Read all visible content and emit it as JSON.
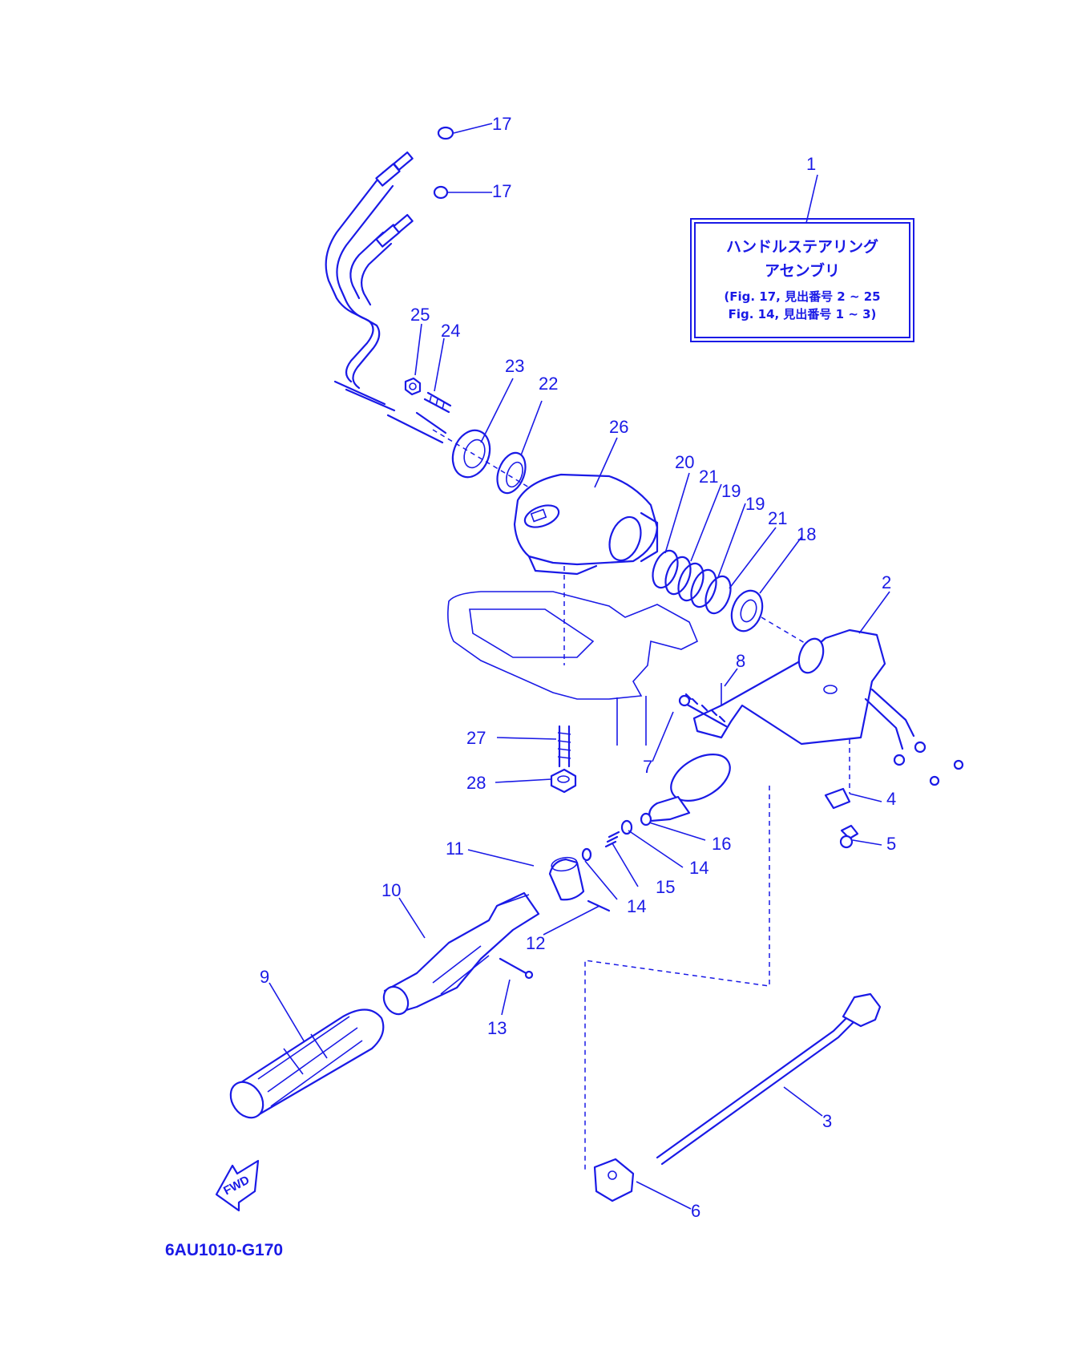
{
  "figure_code": "6AU1010-G170",
  "fwd_label": "FWD",
  "note": {
    "title_line1": "ハンドルステアリング",
    "title_line2": "アセンブリ",
    "ref_line1": "(Fig. 17, 見出番号 2 ~ 25",
    "ref_line2": "Fig. 14, 見出番号 1 ~ 3)"
  },
  "callouts": [
    {
      "id": "c1",
      "label": "1"
    },
    {
      "id": "c2",
      "label": "2"
    },
    {
      "id": "c3",
      "label": "3"
    },
    {
      "id": "c4",
      "label": "4"
    },
    {
      "id": "c5",
      "label": "5"
    },
    {
      "id": "c6",
      "label": "6"
    },
    {
      "id": "c7",
      "label": "7"
    },
    {
      "id": "c8",
      "label": "8"
    },
    {
      "id": "c9",
      "label": "9"
    },
    {
      "id": "c10",
      "label": "10"
    },
    {
      "id": "c11",
      "label": "11"
    },
    {
      "id": "c12",
      "label": "12"
    },
    {
      "id": "c13",
      "label": "13"
    },
    {
      "id": "c14a",
      "label": "14"
    },
    {
      "id": "c14b",
      "label": "14"
    },
    {
      "id": "c15",
      "label": "15"
    },
    {
      "id": "c16",
      "label": "16"
    },
    {
      "id": "c17a",
      "label": "17"
    },
    {
      "id": "c17b",
      "label": "17"
    },
    {
      "id": "c18",
      "label": "18"
    },
    {
      "id": "c19a",
      "label": "19"
    },
    {
      "id": "c19b",
      "label": "19"
    },
    {
      "id": "c20",
      "label": "20"
    },
    {
      "id": "c21a",
      "label": "21"
    },
    {
      "id": "c21b",
      "label": "21"
    },
    {
      "id": "c22",
      "label": "22"
    },
    {
      "id": "c23",
      "label": "23"
    },
    {
      "id": "c24",
      "label": "24"
    },
    {
      "id": "c25",
      "label": "25"
    },
    {
      "id": "c26",
      "label": "26"
    },
    {
      "id": "c27",
      "label": "27"
    },
    {
      "id": "c28",
      "label": "28"
    }
  ]
}
